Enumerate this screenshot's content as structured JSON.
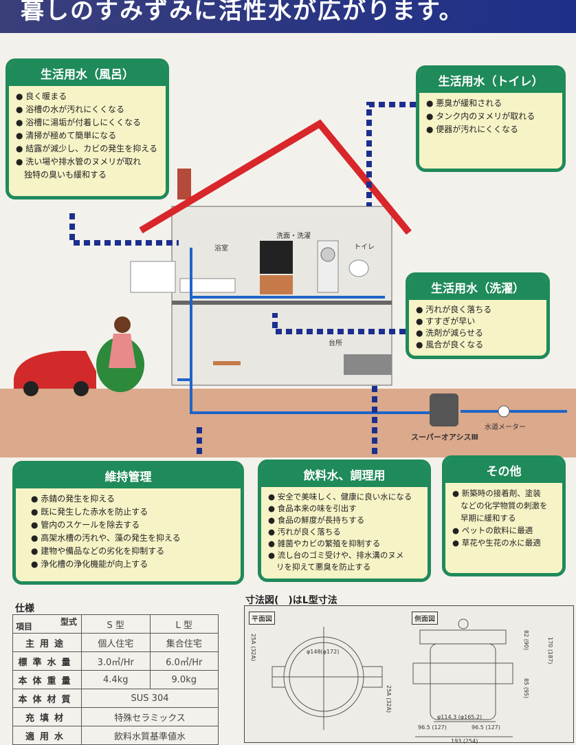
{
  "banner": "暮しのすみずみに活性水が広がります。",
  "boxes": {
    "bath": {
      "title": "生活用水（風呂）",
      "items": [
        "良く暖まる",
        "浴槽の水が汚れにくくなる",
        "浴槽に湯垢が付着しにくくなる",
        "清掃が極めて簡単になる",
        "結露が減少し、カビの発生を抑える",
        "洗い場や排水管のヌメリが取れ"
      ],
      "cont": "独特の臭いも緩和する"
    },
    "toilet": {
      "title": "生活用水（トイレ）",
      "items": [
        "悪臭が緩和される",
        "タンク内のヌメリが取れる",
        "便器が汚れにくくなる"
      ]
    },
    "laundry": {
      "title": "生活用水（洗濯）",
      "items": [
        "汚れが良く落ちる",
        "すすぎが早い",
        "洗剤が減らせる",
        "風合が良くなる"
      ]
    },
    "maintenance": {
      "title": "維持管理",
      "items": [
        "赤錆の発生を抑える",
        "既に発生した赤水を防止する",
        "管内のスケールを除去する",
        "高架水槽の汚れや、藻の発生を抑える",
        "建物や備品などの劣化を抑制する",
        "浄化槽の浄化機能が向上する"
      ]
    },
    "drinking": {
      "title": "飲料水、調理用",
      "items": [
        "安全で美味しく、健康に良い水になる",
        "食品本来の味を引出す",
        "食品の鮮度が長持ちする",
        "汚れが良く落ちる",
        "雑菌やカビの繁殖を抑制する",
        "流し台のゴミ受けや、排水溝のヌメ"
      ],
      "cont": "リを抑えて悪臭を防止する"
    },
    "other": {
      "title": "その他",
      "items": [
        "新築時の接着剤、塗装"
      ],
      "cont1": "などの化学物質の刺激を",
      "cont2": "早期に緩和する",
      "items2": [
        "ペットの飲料に最適",
        "草花や生花の水に最適"
      ]
    }
  },
  "house_labels": {
    "bath": "浴室",
    "wash": "洗面・洗濯",
    "toilet": "トイレ",
    "kitchen": "台所",
    "meter": "水道メーター",
    "product": "スーパーオアシスⅢ"
  },
  "spec": {
    "title": "仕様",
    "corner_top": "型式",
    "corner_bottom": "項目",
    "cols": [
      "S 型",
      "L 型"
    ],
    "rows": [
      [
        "主用途",
        "個人住宅",
        "集合住宅"
      ],
      [
        "標準水量",
        "3.0㎥/Hr",
        "6.0㎥/Hr"
      ],
      [
        "本体重量",
        "4.4kg",
        "9.0kg"
      ],
      [
        "本体材質",
        "SUS 304"
      ],
      [
        "充填材",
        "特殊セラミックス"
      ],
      [
        "適用水",
        "飲料水質基準値水"
      ]
    ]
  },
  "dimensions": {
    "title": "寸法図(　)はL型寸法",
    "plan": "平面図",
    "side": "側面図",
    "labels": {
      "inlet": "25A (32A)",
      "outlet": "25A (32A)",
      "dia_plan": "φ148(φ172)",
      "h_top": "82 (90)",
      "h_total": "170 (187)",
      "h_bottom": "85 (95)",
      "dia": "φ114.3 (φ165.2)",
      "half_l": "96.5 (127)",
      "half_r": "96.5 (127)",
      "width": "193 (254)"
    }
  },
  "colors": {
    "banner": "#1e2f8a",
    "box_border": "#1f8a5a",
    "box_fill": "#f6f3c6",
    "roof": "#d8262a",
    "pipe": "#1e64c8",
    "arrow": "#1b2f8f",
    "ground": "#d9a98a"
  }
}
